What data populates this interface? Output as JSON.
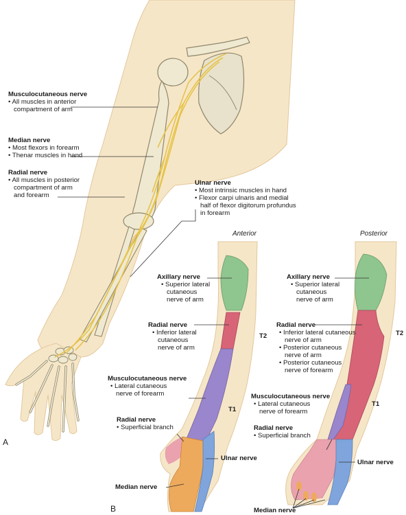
{
  "panels": {
    "a": "A",
    "b": "B"
  },
  "headers": {
    "anterior": "Anterior",
    "posterior": "Posterior"
  },
  "panel_a": {
    "musculocutaneous": {
      "title": "Musculocutaneous nerve",
      "l1": "• All muscles in anterior",
      "l2": "compartment of arm"
    },
    "median": {
      "title": "Median nerve",
      "l1": "• Most flexors in forearm",
      "l2": "• Thenar muscles in hand"
    },
    "radial": {
      "title": "Radial nerve",
      "l1": "• All muscles in posterior",
      "l2": "compartment of arm",
      "l3": "and forearm"
    },
    "ulnar": {
      "title": "Ulnar nerve",
      "l1": "• Most intrinsic muscles in hand",
      "l2": "• Flexor carpi ulnaris and medial",
      "l3": "half of flexor digitorum profundus",
      "l4": "in forearm"
    }
  },
  "anterior": {
    "axillary": {
      "title": "Axillary nerve",
      "l1": "• Superior lateral",
      "l2": "cutaneous",
      "l3": "nerve of arm"
    },
    "radial": {
      "title": "Radial nerve",
      "l1": "• Inferior lateral",
      "l2": "cutaneous",
      "l3": "nerve of arm"
    },
    "musculocutaneous": {
      "title": "Musculocutaneous nerve",
      "l1": "• Lateral cutaneous",
      "l2": "nerve of forearm"
    },
    "radial_sup": {
      "title": "Radial nerve",
      "l1": "• Superficial branch"
    },
    "median": "Median nerve",
    "ulnar": "Ulnar nerve",
    "t1": "T1",
    "t2": "T2"
  },
  "posterior": {
    "axillary": {
      "title": "Axillary nerve",
      "l1": "• Superior lateral",
      "l2": "cutaneous",
      "l3": "nerve of arm"
    },
    "radial": {
      "title": "Radial nerve",
      "l1": "• Inferior lateral cutaneous",
      "l2": "nerve of arm",
      "l3": "• Posterior cutaneous",
      "l4": "nerve of arm",
      "l5": "• Posterior cutaneous",
      "l6": "nerve of forearm"
    },
    "musculocutaneous": {
      "title": "Musculocutaneous nerve",
      "l1": "• Lateral cutaneous",
      "l2": "nerve of forearm"
    },
    "radial_sup": {
      "title": "Radial nerve",
      "l1": "• Superficial branch"
    },
    "median": "Median nerve",
    "ulnar": "Ulnar nerve",
    "t1": "T1",
    "t2": "T2"
  },
  "colors": {
    "skin": "#f6e6c8",
    "skin_edge": "#e2c79c",
    "bone": "#efe9d2",
    "bone_edge": "#8f876c",
    "nerve": "#e6c34a",
    "axillary": "#8fc58f",
    "radial": "#d86477",
    "musculocutaneous": "#9a86cc",
    "median": "#eeaa5c",
    "ulnar": "#7fa5dc",
    "radial_hand": "#e9a2ae"
  }
}
